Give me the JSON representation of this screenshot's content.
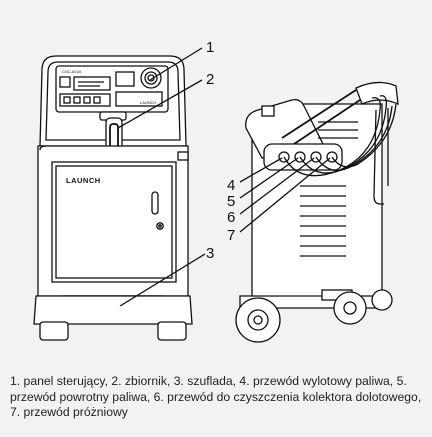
{
  "brand": "LAUNCH",
  "panel_model": "CNC-602A",
  "panel_brand": "LAUNCH",
  "callouts": [
    {
      "number": "1",
      "meaning": "panel sterujący"
    },
    {
      "number": "2",
      "meaning": "zbiornik"
    },
    {
      "number": "3",
      "meaning": "szuflada"
    },
    {
      "number": "4",
      "meaning": "przewód wylotowy paliwa"
    },
    {
      "number": "5",
      "meaning": "przewód powrotny paliwa"
    },
    {
      "number": "6",
      "meaning": "przewód do czyszczenia kolektora dolotowego"
    },
    {
      "number": "7",
      "meaning": "przewód próżniowy"
    }
  ],
  "caption": "1. panel sterujący, 2. zbiornik, 3. szuflada, 4. przewód wylotowy paliwa, 5. przewód powrotny paliwa, 6. przewód do czyszczenia kolektora dolotowego, 7. przewód próżniowy"
}
